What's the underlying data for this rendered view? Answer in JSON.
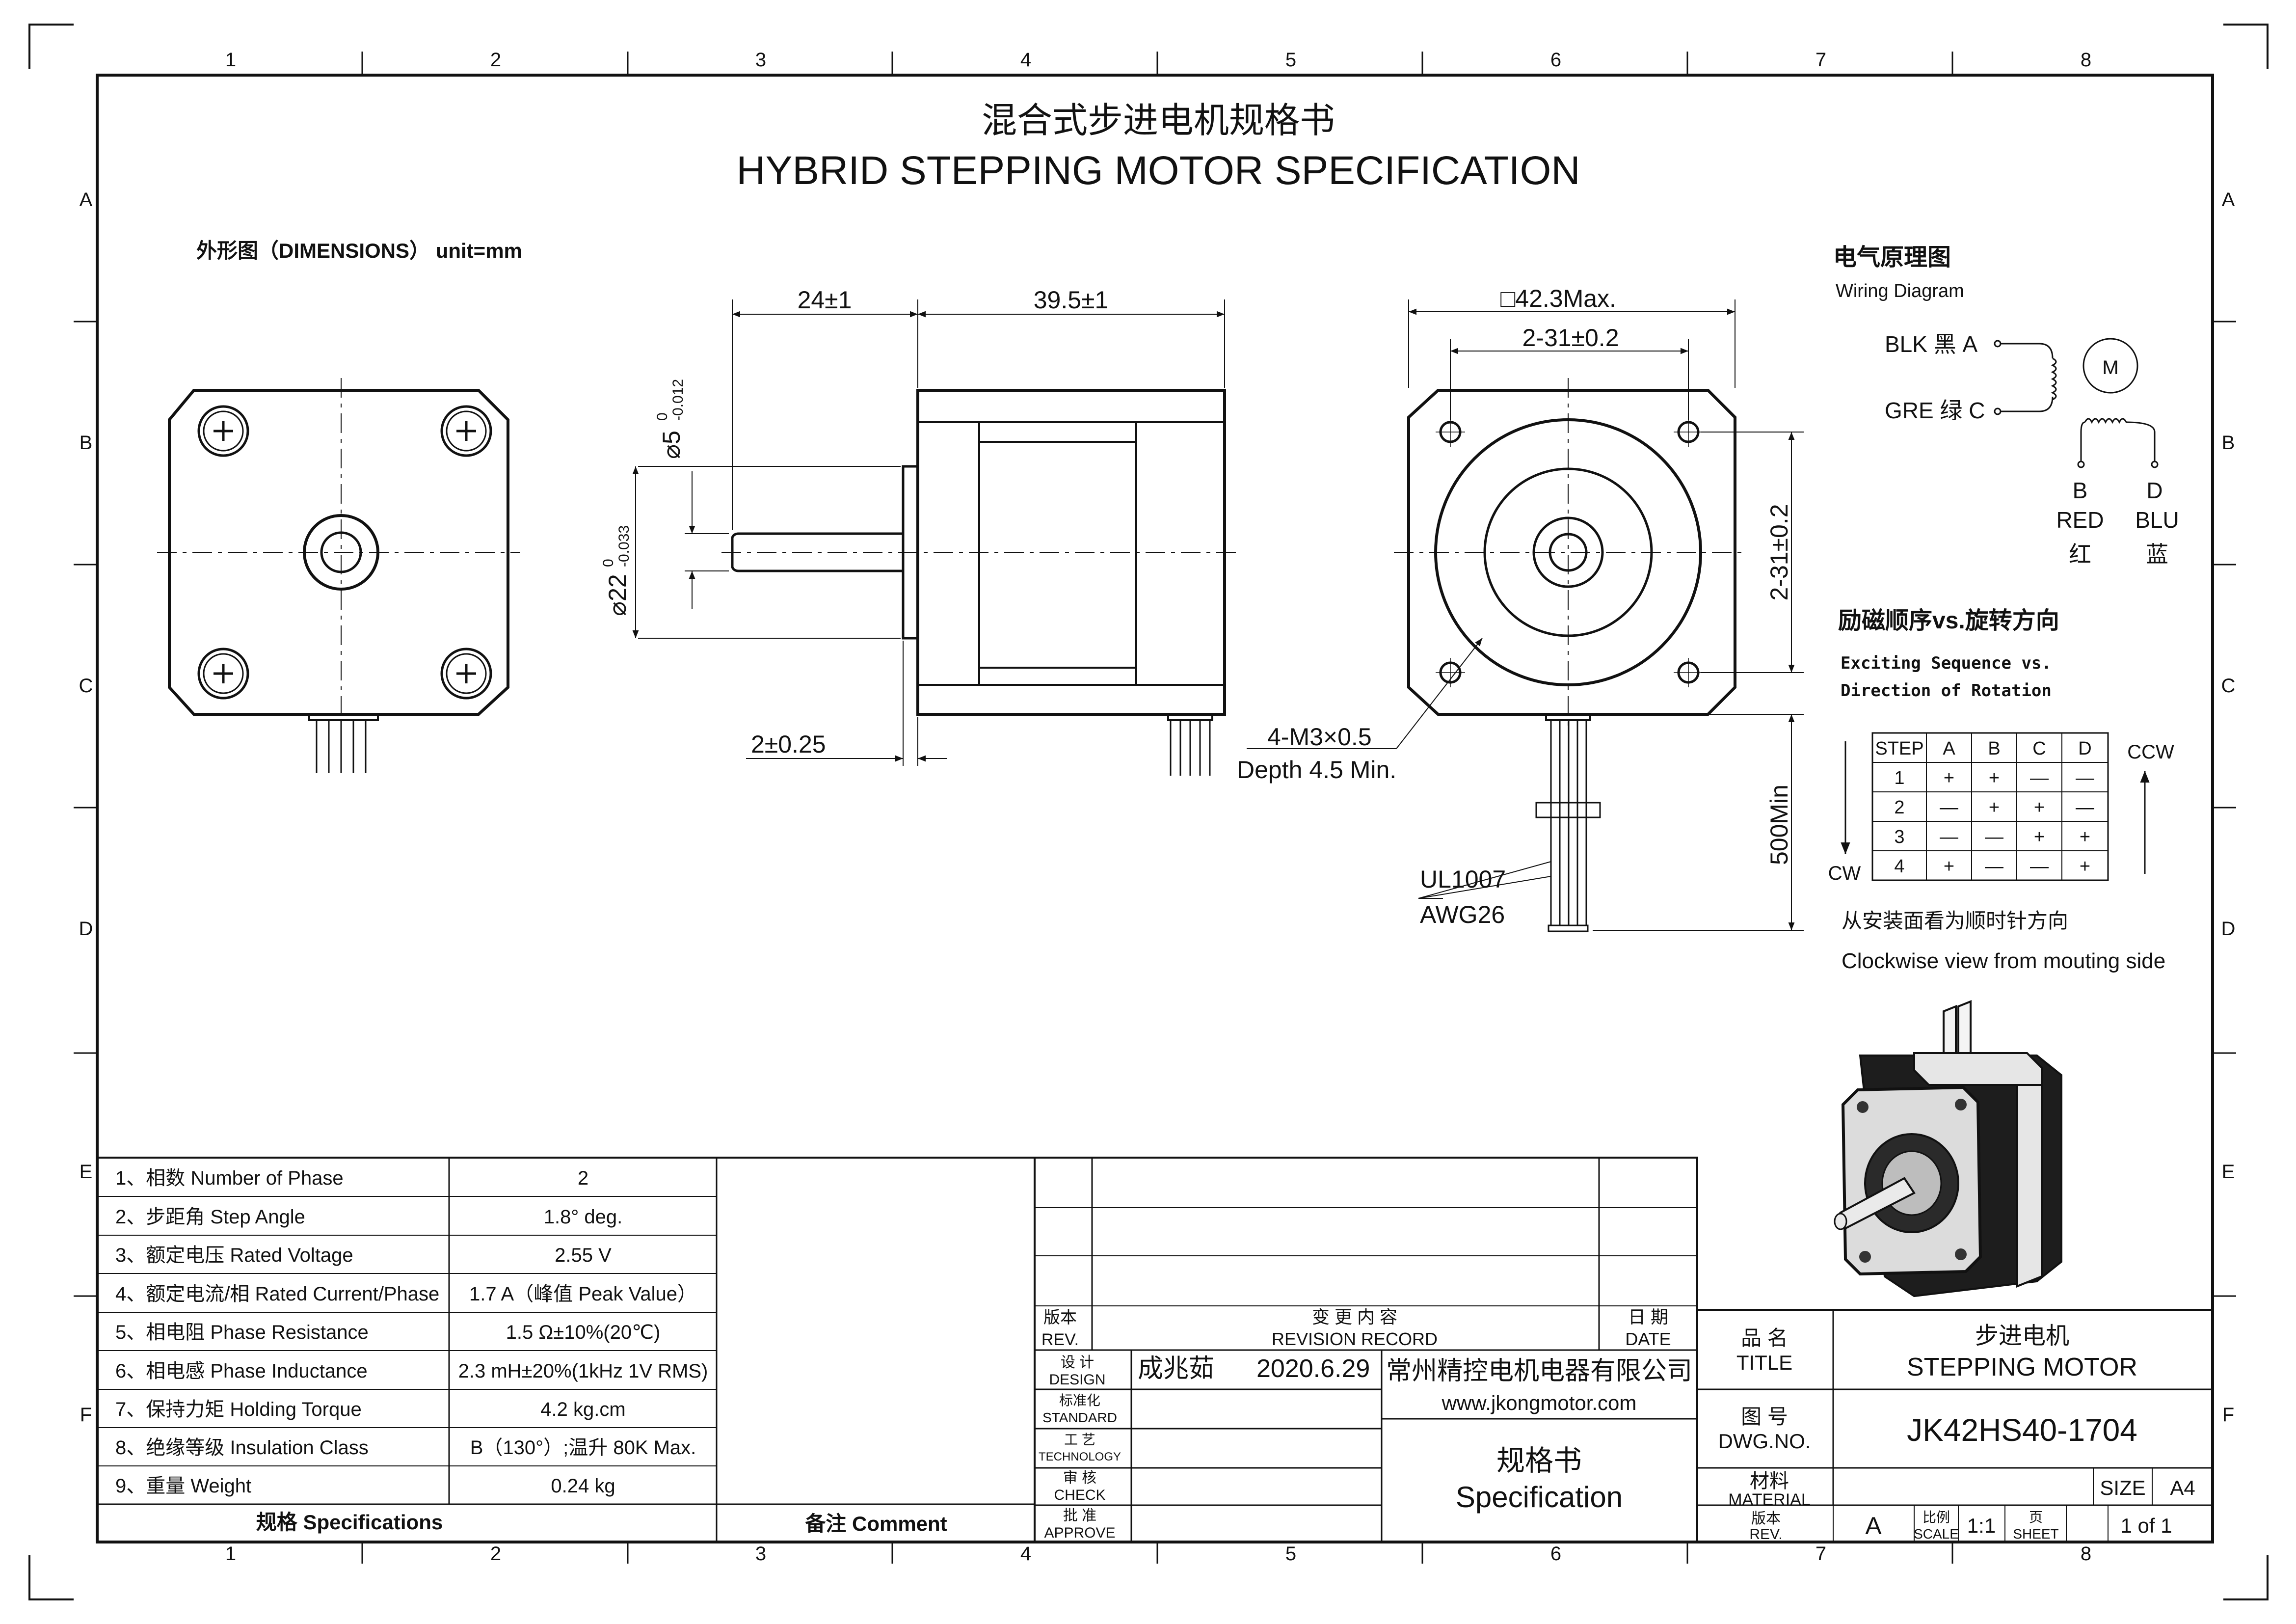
{
  "frame": {
    "col_labels": [
      "1",
      "2",
      "3",
      "4",
      "5",
      "6",
      "7",
      "8"
    ],
    "row_labels": [
      "A",
      "B",
      "C",
      "D",
      "E",
      "F"
    ]
  },
  "header": {
    "title_cn": "混合式步进电机规格书",
    "title_en": "HYBRID STEPPING MOTOR SPECIFICATION"
  },
  "dimensions": {
    "heading": "外形图（DIMENSIONS）  unit=mm",
    "shaft_length": "24±1",
    "body_length": "39.5±1",
    "flange_size": "□42.3Max.",
    "hole_spacing_h": "2-31±0.2",
    "hole_spacing_v": "2-31±0.2",
    "boss_height": "2±0.25",
    "shaft_dia": "⌀5",
    "shaft_tol_upper": "0",
    "shaft_tol_lower": "-0.012",
    "boss_dia": "⌀22",
    "boss_tol_upper": "0",
    "boss_tol_lower": "-0.033",
    "screw_spec": "4-M3×0.5",
    "screw_depth": "Depth 4.5 Min.",
    "wire_type": "UL1007",
    "wire_gauge": "AWG26",
    "wire_length": "500Min"
  },
  "wiring": {
    "title_cn": "电气原理图",
    "title_en": "Wiring Diagram",
    "wire_a": "BLK 黑 A",
    "wire_c": "GRE 绿 C",
    "motor": "M",
    "wire_b": "B",
    "wire_d": "D",
    "color_b": "RED",
    "color_d": "BLU",
    "color_b_cn": "红",
    "color_d_cn": "蓝"
  },
  "sequence": {
    "title_cn": "励磁顺序vs.旋转方向",
    "title_en_1": "Exciting Sequence vs.",
    "title_en_2": "Direction of Rotation",
    "headers": [
      "STEP",
      "A",
      "B",
      "C",
      "D"
    ],
    "rows": [
      [
        "1",
        "+",
        "+",
        "—",
        "—"
      ],
      [
        "2",
        "—",
        "+",
        "+",
        "—"
      ],
      [
        "3",
        "—",
        "—",
        "+",
        "+"
      ],
      [
        "4",
        "+",
        "—",
        "—",
        "+"
      ]
    ],
    "ccw": "CCW",
    "cw": "CW",
    "note_cn": "从安装面看为顺时针方向",
    "note_en": "Clockwise view from mouting side"
  },
  "specs": {
    "rows": [
      {
        "label": "1、相数 Number of Phase",
        "value": "2"
      },
      {
        "label": "2、步距角 Step Angle",
        "value": "1.8°  deg."
      },
      {
        "label": "3、额定电压 Rated Voltage",
        "value": "2.55 V"
      },
      {
        "label": "4、额定电流/相 Rated Current/Phase",
        "value": "1.7 A（峰值 Peak Value）"
      },
      {
        "label": "5、相电阻 Phase Resistance",
        "value": "1.5 Ω±10%(20℃)"
      },
      {
        "label": "6、相电感 Phase Inductance",
        "value": "2.3 mH±20%(1kHz 1V RMS)"
      },
      {
        "label": "7、保持力矩  Holding Torque",
        "value": "4.2 kg.cm"
      },
      {
        "label": "8、绝缘等级 Insulation Class",
        "value": "B（130°）;温升  80K Max."
      },
      {
        "label": "9、重量 Weight",
        "value": "0.24 kg"
      }
    ],
    "footer": "规格 Specifications",
    "comment": "备注 Comment"
  },
  "revision": {
    "rev_cn": "版本",
    "rev_en": "REV.",
    "record_cn": "变 更 内 容",
    "record_en": "REVISION RECORD",
    "date_cn": "日 期",
    "date_en": "DATE"
  },
  "approval": {
    "design_cn": "设 计",
    "design_en": "DESIGN",
    "designer": "成兆茹",
    "design_date": "2020.6.29",
    "standard_cn": "标准化",
    "standard_en": "STANDARD",
    "tech_cn": "工 艺",
    "tech_en": "TECHNOLOGY",
    "check_cn": "审 核",
    "check_en": "CHECK",
    "approve_cn": "批 准",
    "approve_en": "APPROVE",
    "company": "常州精控电机电器有限公司",
    "website": "www.jkongmotor.com",
    "doc_cn": "规格书",
    "doc_en": "Specification"
  },
  "titleblock": {
    "title_label_cn": "品 名",
    "title_label_en": "TITLE",
    "title_cn": "步进电机",
    "title_en": "STEPPING MOTOR",
    "dwg_label_cn": "图 号",
    "dwg_label_en": "DWG.NO.",
    "dwg_no": "JK42HS40-1704",
    "material_cn": "材料",
    "material_en": "MATERIAL",
    "size_label": "SIZE",
    "size_value": "A4",
    "rev_cn": "版本",
    "rev_en": "REV.",
    "rev_value": "A",
    "scale_cn": "比例",
    "scale_en": "SCALE",
    "scale_value": "1:1",
    "sheet_cn": "页",
    "sheet_en": "SHEET",
    "sheet_value": "1 of 1"
  }
}
